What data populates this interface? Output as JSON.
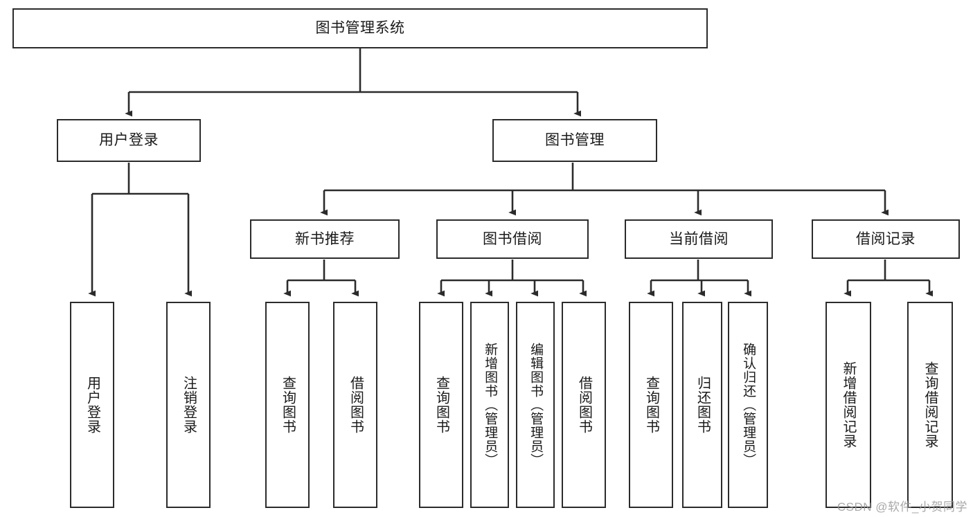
{
  "diagram": {
    "type": "tree-hierarchy",
    "title": "图书管理系统",
    "watermark": "CSDN @软件_小贺同学",
    "nodes": {
      "root": {
        "label": "图书管理系统",
        "orientation": "horizontal"
      },
      "level2": [
        {
          "id": "user-login",
          "label": "用户登录",
          "orientation": "horizontal"
        },
        {
          "id": "book-manage",
          "label": "图书管理",
          "orientation": "horizontal"
        }
      ],
      "level3": [
        {
          "id": "new-book-recommend",
          "label": "新书推荐",
          "orientation": "horizontal"
        },
        {
          "id": "book-borrow",
          "label": "图书借阅",
          "orientation": "horizontal"
        },
        {
          "id": "current-borrow",
          "label": "当前借阅",
          "orientation": "horizontal"
        },
        {
          "id": "borrow-record",
          "label": "借阅记录",
          "orientation": "horizontal"
        }
      ],
      "leaves": [
        {
          "id": "leaf-user-login",
          "label": "用户登录",
          "parent": "user-login",
          "orientation": "vertical"
        },
        {
          "id": "leaf-logout-login",
          "label": "注销登录",
          "parent": "user-login",
          "orientation": "vertical"
        },
        {
          "id": "leaf-query-book-1",
          "label": "查询图书",
          "parent": "new-book-recommend",
          "orientation": "vertical"
        },
        {
          "id": "leaf-borrow-book-1",
          "label": "借阅图书",
          "parent": "new-book-recommend",
          "orientation": "vertical"
        },
        {
          "id": "leaf-query-book-2",
          "label": "查询图书",
          "parent": "book-borrow",
          "orientation": "vertical"
        },
        {
          "id": "leaf-add-book",
          "label": "新增图书（管理员）",
          "parent": "book-borrow",
          "orientation": "vertical"
        },
        {
          "id": "leaf-edit-book",
          "label": "编辑图书（管理员）",
          "parent": "book-borrow",
          "orientation": "vertical"
        },
        {
          "id": "leaf-borrow-book-2",
          "label": "借阅图书",
          "parent": "book-borrow",
          "orientation": "vertical"
        },
        {
          "id": "leaf-query-book-3",
          "label": "查询图书",
          "parent": "current-borrow",
          "orientation": "vertical"
        },
        {
          "id": "leaf-return-book",
          "label": "归还图书",
          "parent": "current-borrow",
          "orientation": "vertical"
        },
        {
          "id": "leaf-confirm-return",
          "label": "确认归还（管理员）",
          "parent": "current-borrow",
          "orientation": "vertical"
        },
        {
          "id": "leaf-add-record",
          "label": "新增借阅记录",
          "parent": "borrow-record",
          "orientation": "vertical"
        },
        {
          "id": "leaf-query-record",
          "label": "查询借阅记录",
          "parent": "borrow-record",
          "orientation": "vertical"
        }
      ]
    },
    "colors": {
      "stroke": "#2b2b2b",
      "fill": "#ffffff",
      "text": "#1a1a1a",
      "watermark": "#9a9a9a"
    }
  }
}
